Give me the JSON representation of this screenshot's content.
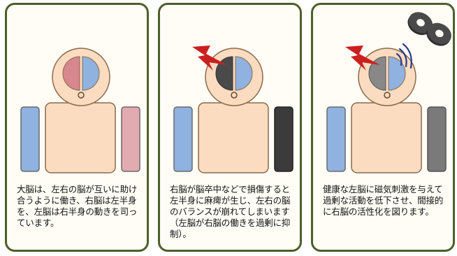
{
  "colors": {
    "panel_border": "#4c5f2a",
    "skin": "#fbdcc0",
    "outline": "#8a6a4a",
    "left_brain": "#d6888e",
    "right_brain": "#8fb2e0",
    "blue_limb": "#8fb2e0",
    "pink_limb": "#e2aab1",
    "dark_limb": "#3b3b3b",
    "gray_limb": "#7a7a7a",
    "damage": "#4a4a4a",
    "suppressed": "#888888",
    "lightning": "#cc1f1f",
    "coil": "#2f2f2f",
    "wave": "#2a3a8a"
  },
  "panels": [
    {
      "id": "normal",
      "caption": "大脳は、左右の脳が互いに助け合うように働き、右脳は左半身を、左脳は右半身の動きを司っています。"
    },
    {
      "id": "stroke",
      "caption": "右脳が脳卒中などで損傷すると左半身に麻痺が生じ、左右の脳のバランスが崩れてしまいます（左脳が右脳の働きを過剰に抑制）。"
    },
    {
      "id": "tms",
      "caption": "健康な左脳に磁気刺激を与えて過剰な活動を低下させ、間接的に右脳の活性化を図ります。"
    }
  ]
}
